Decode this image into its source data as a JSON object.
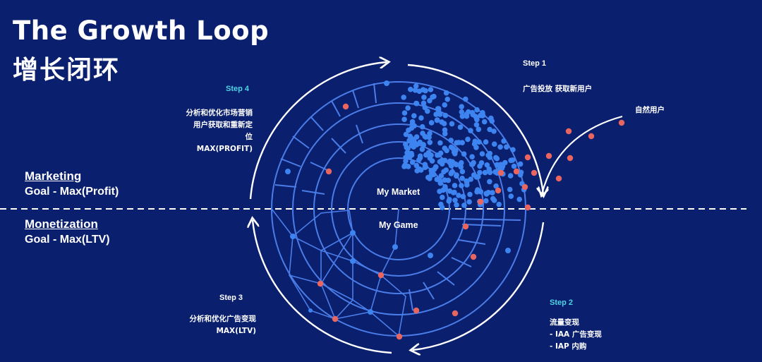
{
  "title": "The Growth Loop",
  "subtitle": "增长闭环",
  "marketing": {
    "label": "Marketing",
    "goal": "Goal - Max(Profit)"
  },
  "monetization": {
    "label": "Monetization",
    "goal": "Goal - Max(LTV)"
  },
  "center": {
    "top": "My Market",
    "bottom": "My Game"
  },
  "step1": {
    "title": "Step 1",
    "text": "广告投放 获取新用户"
  },
  "step2": {
    "title": "Step 2",
    "line1": "流量变现",
    "line2": "- IAA 广告变现",
    "line3": "- IAP 内购"
  },
  "step3": {
    "title": "Step 3",
    "line1": "分析和优化广告变现",
    "line2": "MAX(LTV)"
  },
  "step4": {
    "title": "Step 4",
    "line1": "分析和优化市场营销",
    "line2": "用户获取和重新定",
    "line3": "位",
    "line4": "MAX(PROFIT)"
  },
  "organic": "自然用户",
  "colors": {
    "background": "#0a1f6e",
    "blue_dot": "#3d84f0",
    "red_dot": "#e96560",
    "step_accent": "#4fd4e6",
    "line": "#4a7de8"
  }
}
